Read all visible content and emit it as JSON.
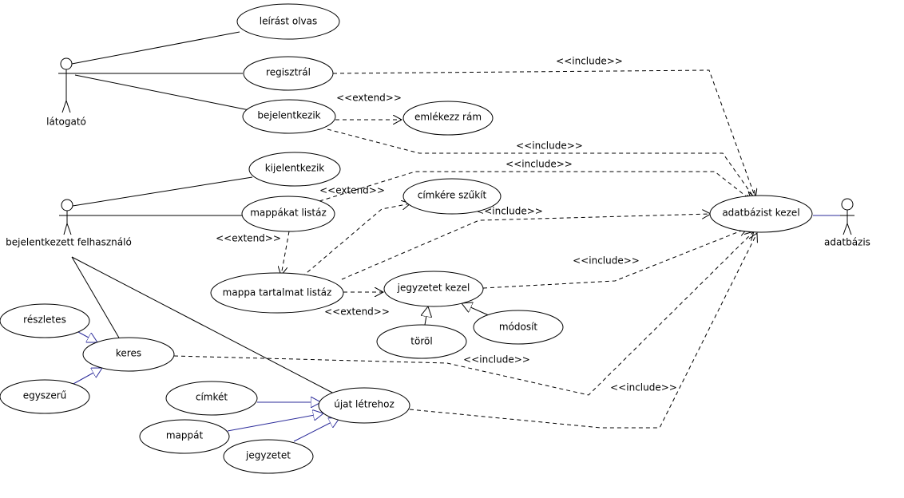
{
  "actors": {
    "visitor": "látogató",
    "logged_in_user": "bejelentkezett felhasználó",
    "database": "adatbázis"
  },
  "use_cases": {
    "read_description": "leírást olvas",
    "register": "regisztrál",
    "login": "bejelentkezik",
    "remember_me": "emlékezz rám",
    "logout": "kijelentkezik",
    "list_folders": "mappákat listáz",
    "filter_by_tag": "címkére szűkít",
    "list_folder_content": "mappa tartalmat listáz",
    "manage_note": "jegyzetet kezel",
    "delete": "töröl",
    "modify": "módosít",
    "search": "keres",
    "detailed": "részletes",
    "simple": "egyszerű",
    "tag": "címkét",
    "folder": "mappát",
    "note": "jegyzetet",
    "create_new": "újat létrehoz",
    "manage_database": "adatbázist kezel"
  },
  "relations": {
    "include": "<<include>>",
    "extend": "<<extend>>"
  },
  "colors": {
    "generalization": "#2b2b9a",
    "line": "#000000"
  }
}
